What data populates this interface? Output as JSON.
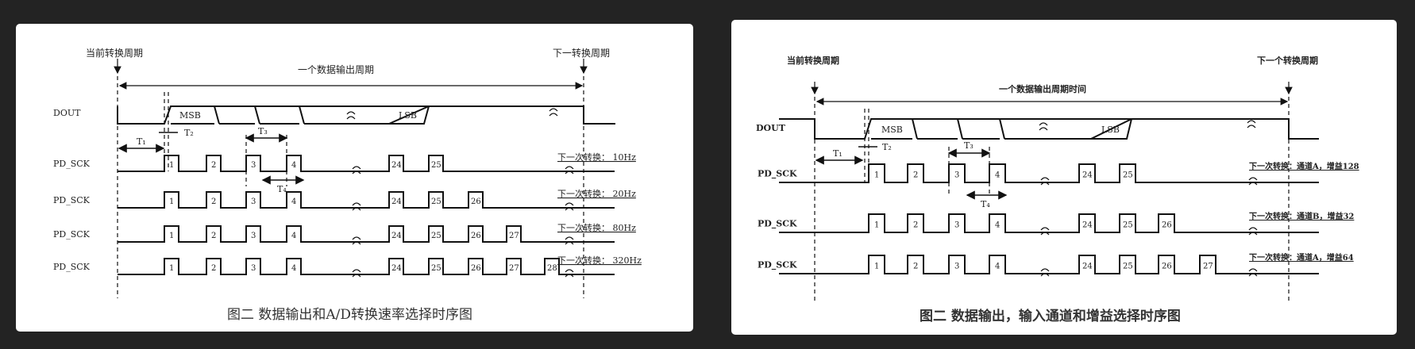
{
  "left": {
    "current_period": "当前转换周期",
    "next_period": "下一转换周期",
    "output_period": "一个数据输出周期",
    "dout_label": "DOUT",
    "msb": "MSB",
    "lsb": "LSB",
    "sck_label": "PD_SCK",
    "t1": "T₁",
    "t2": "T₂",
    "t3": "T₃",
    "t4": "T₄",
    "rows": [
      {
        "pulses": [
          "1",
          "2",
          "3",
          "4",
          "24",
          "25"
        ],
        "note": "下一次转换：  10Hz"
      },
      {
        "pulses": [
          "1",
          "2",
          "3",
          "4",
          "24",
          "25",
          "26"
        ],
        "note": "下一次转换：  20Hz"
      },
      {
        "pulses": [
          "1",
          "2",
          "3",
          "4",
          "24",
          "25",
          "26",
          "27"
        ],
        "note": "下一次转换：  80Hz"
      },
      {
        "pulses": [
          "1",
          "2",
          "3",
          "4",
          "24",
          "25",
          "26",
          "27",
          "28"
        ],
        "note": "下一次转换：  320Hz"
      }
    ],
    "caption": "图二 数据输出和A/D转换速率选择时序图"
  },
  "right": {
    "current_period": "当前转换周期",
    "next_period": "下一个转换周期",
    "output_period": "一个数据输出周期时间",
    "dout_label": "DOUT",
    "msb": "MSB",
    "lsb": "LSB",
    "sck_label": "PD_SCK",
    "t1": "T₁",
    "t2": "T₂",
    "t3": "T₃",
    "t4": "T₄",
    "rows": [
      {
        "pulses": [
          "1",
          "2",
          "3",
          "4",
          "24",
          "25"
        ],
        "note": "下一次转换：通道A，增益128"
      },
      {
        "pulses": [
          "1",
          "2",
          "3",
          "4",
          "24",
          "25",
          "26"
        ],
        "note": "下一次转换：通道B，增益32"
      },
      {
        "pulses": [
          "1",
          "2",
          "3",
          "4",
          "24",
          "25",
          "26",
          "27"
        ],
        "note": "下一次转换：通道A，增益64"
      }
    ],
    "caption": "图二  数据输出，输入通道和增益选择时序图"
  }
}
